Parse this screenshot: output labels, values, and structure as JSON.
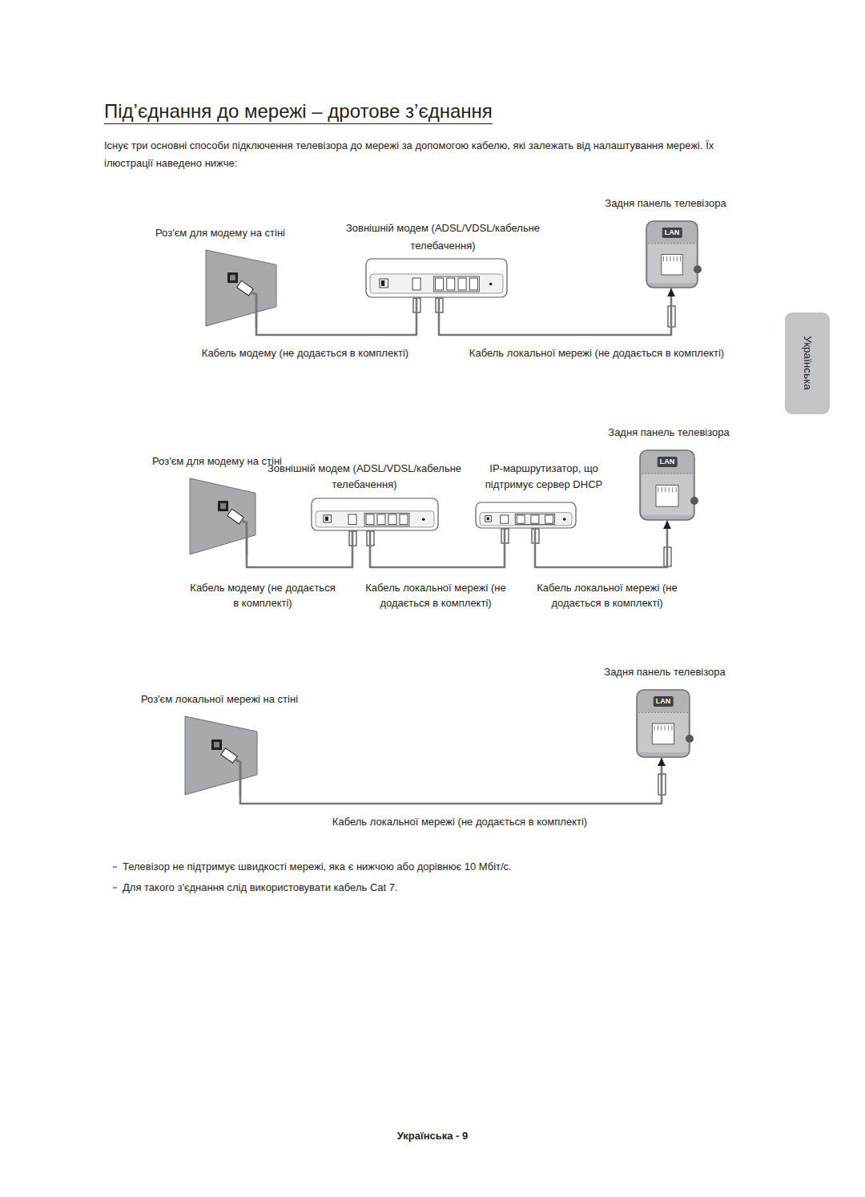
{
  "diagram": {
    "title": "Під’єднання до мережі – дротове з’єднання",
    "nodes": [
      {
        "text": [
          "Роз'єм для модему на стіні"
        ]
      },
      {
        "text": [
          "Зовнішній модем (ADSL/VDSL/кабельне телебачення)"
        ]
      },
      {
        "text": [
          "Задня панель телевізора",
          "LAN"
        ]
      },
      {
        "text": [
          "Роз'єм для модему на стіні"
        ]
      },
      {
        "text": [
          "Зовнішній модем (ADSL/VDSL/кабельне телебачення)"
        ]
      },
      {
        "text": [
          "IP-маршрутизатор, що підтримує сервер DHCP"
        ]
      },
      {
        "text": [
          "Задня панель телевізора",
          "LAN"
        ]
      },
      {
        "text": [
          "Роз'єм локальної мережі на стіні"
        ]
      },
      {
        "text": [
          "Задня панель телевізора",
          "LAN"
        ]
      }
    ],
    "edges": [
      {
        "from": 0,
        "to": 1,
        "arrow": "none",
        "label": "Кабель модему (не додається в комплекті)"
      },
      {
        "from": 1,
        "to": 2,
        "arrow": "to",
        "label": "Кабель локальної мережі (не додається в комплекті)"
      },
      {
        "from": 3,
        "to": 4,
        "arrow": "none",
        "label": "Кабель модему (не додається в комплекті)"
      },
      {
        "from": 4,
        "to": 5,
        "arrow": "none",
        "label": "Кабель локальної мережі (не додається в комплекті)"
      },
      {
        "from": 5,
        "to": 6,
        "arrow": "to",
        "label": "Кабель локальної мережі (не додається в комплекті)"
      },
      {
        "from": 7,
        "to": 8,
        "arrow": "to",
        "label": "Кабель локальної мережі (не додається в комплекті)"
      }
    ],
    "labels": [
      "Існує три основні способи підключення телевізора до мережі за допомогою кабелю, які залежать від налаштування мережі. Їх ілюстрації наведено нижче:",
      "Телевізор не підтримує швидкості мережі, яка є нижчою або дорівнює 10 Мбіт/с.",
      "Для такого з'єднання слід використовувати кабель Cat 7.",
      "Українська",
      "Українська - 9"
    ]
  }
}
